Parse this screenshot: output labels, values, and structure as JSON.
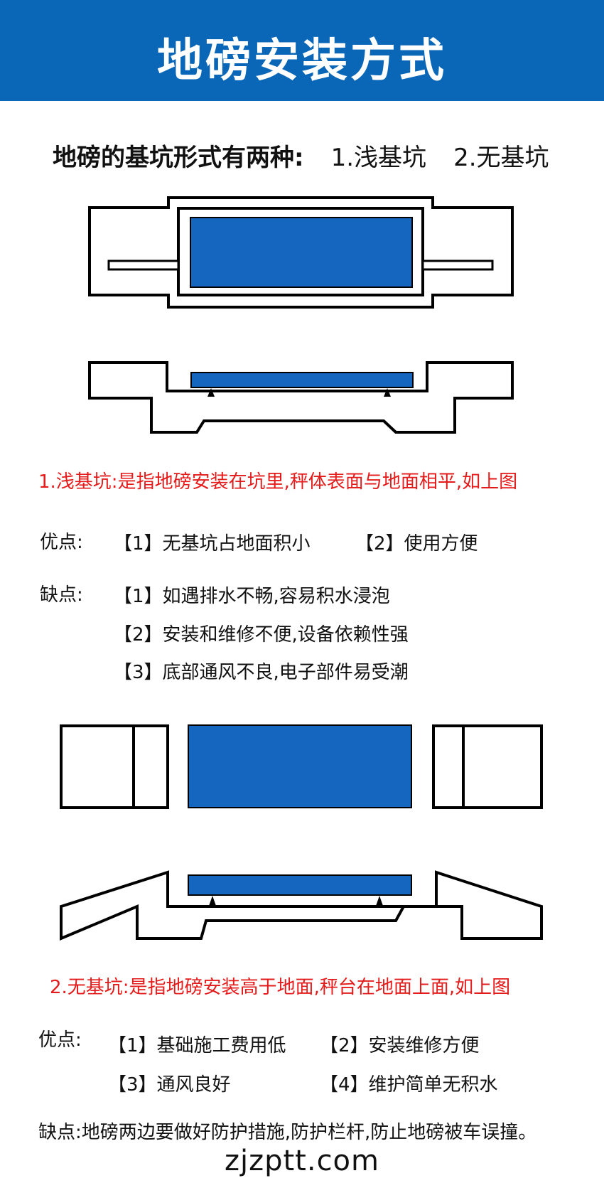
{
  "header": {
    "title": "地磅安装方式"
  },
  "intro": {
    "label": "地磅的基坑形式有两种:",
    "option1": "1.浅基坑",
    "option2": "2.无基坑"
  },
  "shallow": {
    "description": "1.浅基坑:是指地磅安装在坑里,秤体表面与地面相平,如上图",
    "pros_label": "优点:",
    "pros": [
      "【1】无基坑占地面积小",
      "【2】使用方便"
    ],
    "cons_label": "缺点:",
    "cons": [
      "【1】如遇排水不畅,容易积水浸泡",
      "【2】安装和维修不便,设备依赖性强",
      "【3】底部通风不良,电子部件易受潮"
    ]
  },
  "nopit": {
    "description": "2.无基坑:是指地磅安装高于地面,秤台在地面上面,如上图",
    "pros_label": "优点:",
    "pros": [
      "【1】基础施工费用低",
      "【2】安装维修方便",
      "【3】通风良好",
      "【4】维护简单无积水"
    ],
    "cons": "缺点:地磅两边要做好防护措施,防护栏杆,防止地磅被车误撞。"
  },
  "footer": {
    "watermark": "zjzptt.com"
  },
  "colors": {
    "brand_blue": "#0a67b8",
    "platform_blue": "#1466bf",
    "warning_red": "#e51b1b"
  }
}
